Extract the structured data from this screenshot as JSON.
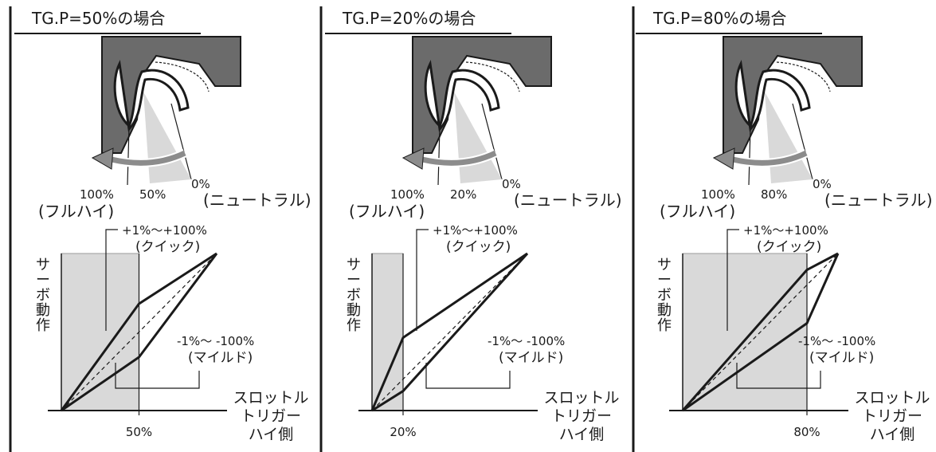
{
  "panels": [
    {
      "title": "TG.P=50%の場合",
      "tgp_percent": 50,
      "dial_labels": {
        "full_high": "100%",
        "full_high_name": "(フルハイ)",
        "position": "50%",
        "neutral": "0%",
        "neutral_name": "(ニュートラル)"
      },
      "quick_label": [
        "+1%〜+100%",
        "(クイック)"
      ],
      "mild_label": [
        "-1%〜 -100%",
        "(マイルド)"
      ],
      "y_label": [
        "サ",
        "ー",
        "ボ",
        "動",
        "作"
      ],
      "x_label": [
        "スロットル",
        "トリガー",
        "ハイ側"
      ],
      "x_tick": "50%"
    },
    {
      "title": "TG.P=20%の場合",
      "tgp_percent": 20,
      "dial_labels": {
        "full_high": "100%",
        "full_high_name": "(フルハイ)",
        "position": "20%",
        "neutral": "0%",
        "neutral_name": "(ニュートラル)"
      },
      "quick_label": [
        "+1%〜+100%",
        "(クイック)"
      ],
      "mild_label": [
        "-1%〜 -100%",
        "(マイルド)"
      ],
      "y_label": [
        "サ",
        "ー",
        "ボ",
        "動",
        "作"
      ],
      "x_label": [
        "スロットル",
        "トリガー",
        "ハイ側"
      ],
      "x_tick": "20%"
    },
    {
      "title": "TG.P=80%の場合",
      "tgp_percent": 80,
      "dial_labels": {
        "full_high": "100%",
        "full_high_name": "(フルハイ)",
        "position": "80%",
        "neutral": "0%",
        "neutral_name": "(ニュートラル)"
      },
      "quick_label": [
        "+1%〜+100%",
        "(クイック)"
      ],
      "mild_label": [
        "-1%〜 -100%",
        "(マイルド)"
      ],
      "y_label": [
        "サ",
        "ー",
        "ボ",
        "動",
        "作"
      ],
      "x_label": [
        "スロットル",
        "トリガー",
        "ハイ側"
      ],
      "x_tick": "80%"
    }
  ],
  "colors": {
    "shade": "#d9d9d9",
    "ink": "#1a1a1a",
    "arrow": "#8c8c8c",
    "housing": "#6b6b6b"
  }
}
